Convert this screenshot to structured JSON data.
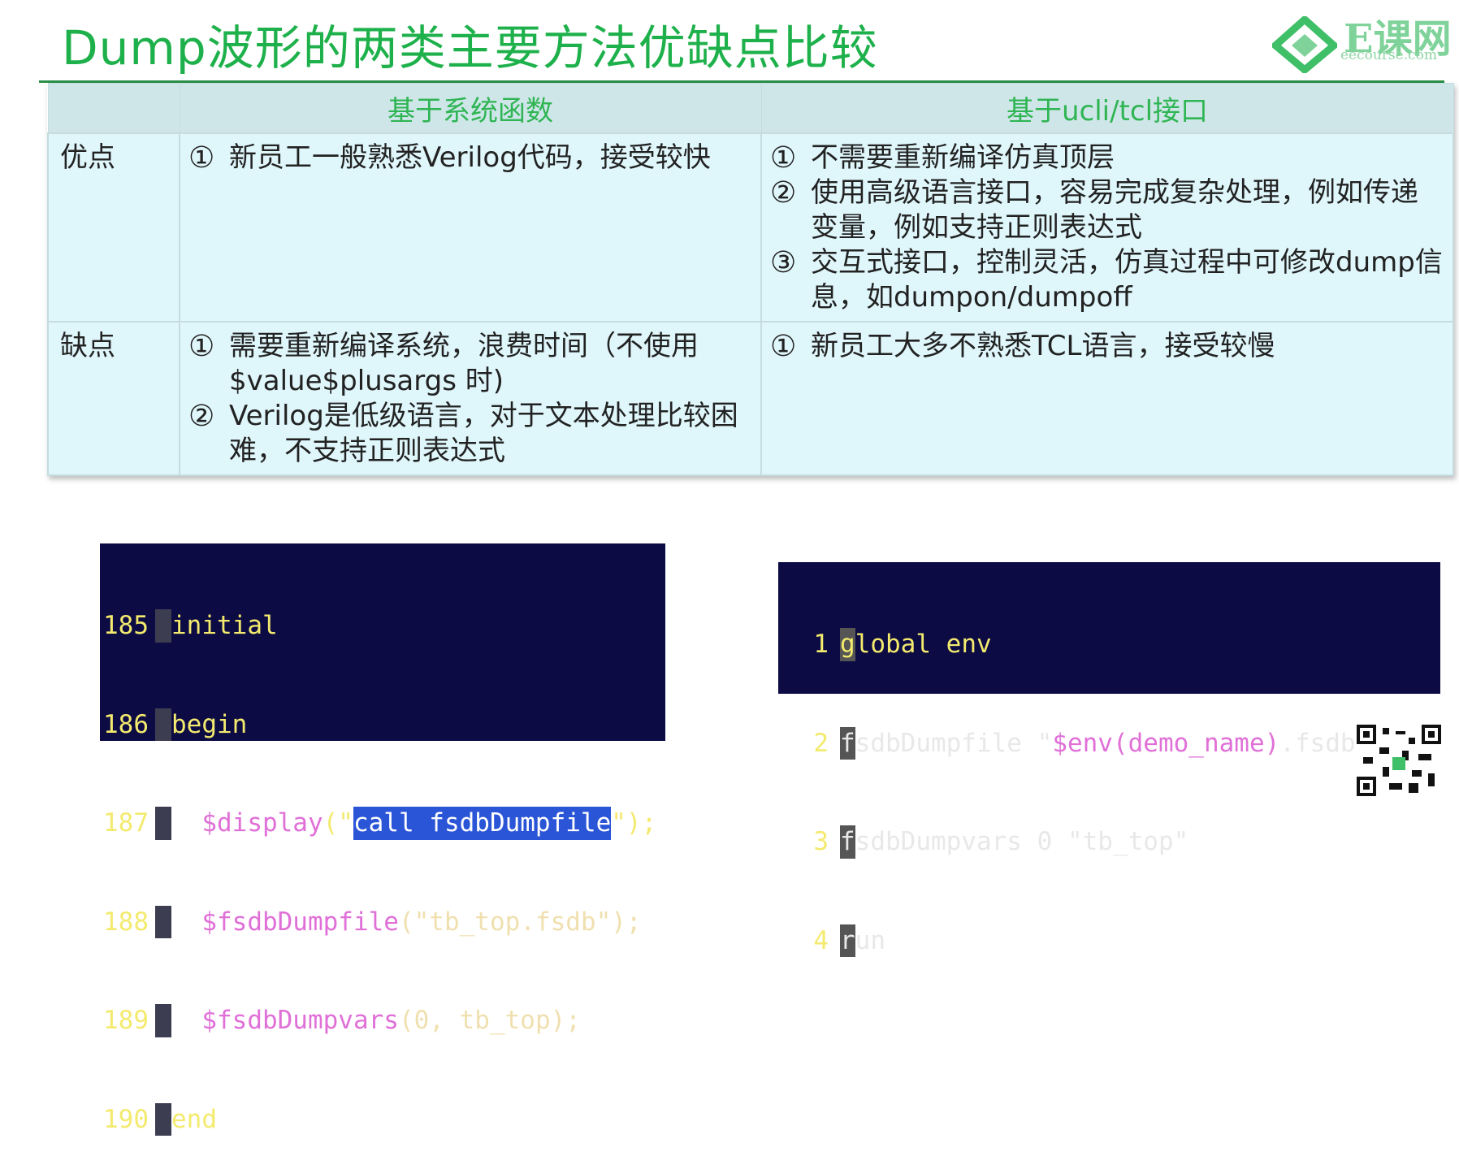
{
  "title": "Dump波形的两类主要方法优缺点比较",
  "logo": {
    "cn_text": "E课网",
    "url_text": "eecourse.com"
  },
  "table": {
    "headers": [
      "",
      "基于系统函数",
      "基于ucli/tcl接口"
    ],
    "rows": [
      {
        "label": "优点",
        "col1": [
          {
            "num": "①",
            "text": "新员工一般熟悉Verilog代码，接受较快"
          }
        ],
        "col2": [
          {
            "num": "①",
            "text": "不需要重新编译仿真顶层"
          },
          {
            "num": "②",
            "text": "使用高级语言接口，容易完成复杂处理，例如传递变量，例如支持正则表达式"
          },
          {
            "num": "③",
            "text": "交互式接口，控制灵活，仿真过程中可修改dump信息，如dumpon/dumpoff"
          }
        ]
      },
      {
        "label": "缺点",
        "col1": [
          {
            "num": "①",
            "text": "需要重新编译系统，浪费时间（不使用$value$plusargs 时)"
          },
          {
            "num": "②",
            "text": "Verilog是低级语言，对于文本处理比较困难，不支持正则表达式"
          }
        ],
        "col2": [
          {
            "num": "①",
            "text": "新员工大多不熟悉TCL语言，接受较慢"
          }
        ]
      }
    ]
  },
  "code_left": {
    "line_numbers": [
      "185",
      "186",
      "187",
      "188",
      "189",
      "190"
    ],
    "l185": "initial",
    "l186": "begin",
    "l187_fn": "$display",
    "l187_open": "(\"",
    "l187_sel": "call fsdbDumpfile",
    "l187_close": "\");",
    "l188_fn": "$fsdbDumpfile",
    "l188_rest": "(\"tb_top.fsdb\");",
    "l189_fn": "$fsdbDumpvars",
    "l189_rest": "(0, tb_top);",
    "l190": "end"
  },
  "code_right": {
    "line_numbers": [
      "1",
      "2",
      "3",
      "4"
    ],
    "l1_first": "g",
    "l1_rest": "lobal env",
    "l2_first": "f",
    "l2_cmd": "sdbDumpfile \"",
    "l2_var": "$env(demo_name)",
    "l2_tail": ".fsdb\"",
    "l3_first": "f",
    "l3_rest": "sdbDumpvars 0 \"tb_top\"",
    "l4_first": "r",
    "l4_rest": "un"
  },
  "colors": {
    "title_green": "#1eb14b",
    "header_bg": "#cfe6e9",
    "cell_bg": "#dff6fb",
    "code_bg": "#0c0b43",
    "line_number": "#f3ea6e",
    "selection": "#2a55d6"
  }
}
